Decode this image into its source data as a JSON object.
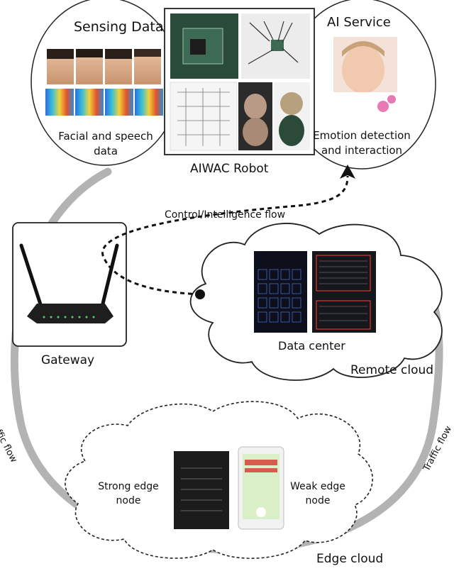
{
  "sensing": {
    "title": "Sensing Data",
    "caption_line1": "Facial and speech",
    "caption_line2": "data"
  },
  "robot": {
    "caption": "AIWAC Robot"
  },
  "ai_service": {
    "title": "AI Service",
    "caption_line1": "Emotion detection",
    "caption_line2": "and interaction"
  },
  "flows": {
    "control": "Control/Intelligence flow",
    "traffic_left": "Traffic flow",
    "traffic_right": "Traffic flow"
  },
  "gateway": {
    "label": "Gateway"
  },
  "remote_cloud": {
    "data_center": "Data center",
    "label": "Remote cloud"
  },
  "edge_cloud": {
    "strong_line1": "Strong edge",
    "strong_line2": "node",
    "weak_line1": "Weak edge",
    "weak_line2": "node",
    "label": "Edge cloud"
  }
}
